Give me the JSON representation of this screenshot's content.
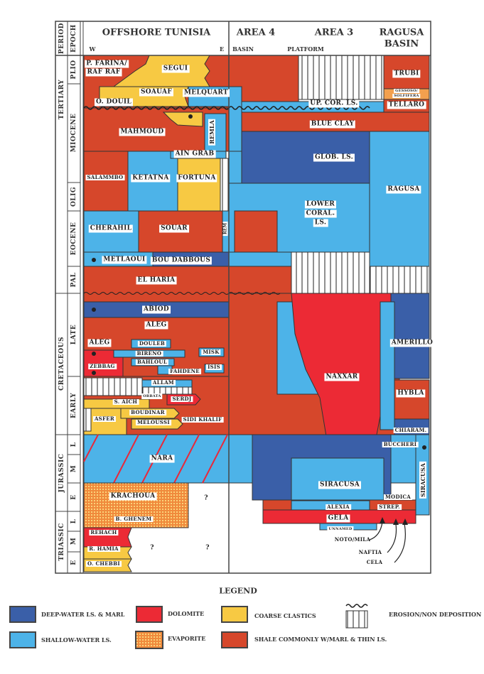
{
  "header": {
    "period": "PERIOD",
    "epoch": "EPOCH",
    "offshore_tunisia": "OFFSHORE TUNISIA",
    "west": "W",
    "east": "E",
    "area4": "AREA 4",
    "area3": "AREA 3",
    "ragusa": "RAGUSA",
    "ragusa_basin": "BASIN",
    "basin": "BASIN",
    "platform": "PLATFORM"
  },
  "periods": [
    "TERTIARY",
    "CRETACEOUS",
    "JURASSIC",
    "TRIASSIC"
  ],
  "epochs": [
    "PLIO",
    "MIOCENE",
    "OLIG",
    "EOCENE",
    "PAL",
    "LATE",
    "EARLY",
    "L",
    "M",
    "E",
    "L",
    "M",
    "E"
  ],
  "tunisia_units": {
    "farina": "P. FARINA/",
    "rafraf": "RAF RAF",
    "segui": "SEGUI",
    "soauaf": "SOAUAF",
    "melquart": "MELQUART",
    "odouil": "O. DOUIL",
    "mahmoud": "MAHMOUD",
    "remla": "REMLA",
    "aingrab": "AIN GRAB",
    "salammbo": "SALAMMBO",
    "ketatna": "KETATNA",
    "fortuna": "FORTUNA",
    "cherahil": "CHERAHIL",
    "souar": "SOUAR",
    "rem": "REM",
    "metlaoui": "METLAOUI",
    "boudabbous": "BOU DABBOUS",
    "elharia": "EL HARIA",
    "abiod": "ABIOD",
    "aleg1": "ALEG",
    "aleg2": "ALEG",
    "doules": "DOULEB",
    "bireno": "BIRENO",
    "misk": "MISK",
    "bahloul": "BAHLOUL",
    "zebbag": "ZEBBAG",
    "isis": "ISIS",
    "fahdene": "FAHDENE",
    "allam": "ALLAM",
    "orbata": "ORBATA",
    "serdj": "SERDJ",
    "saich": "S. AICH",
    "boudinar": "BOUDINAR",
    "asfer": "ASFER",
    "meloussi": "MELOUSSI",
    "sidikhalif": "SIDI KHALIF",
    "nara": "NARA",
    "krachoua": "KRACHOUA",
    "bghenem": "B. GHENEM",
    "rehach": "REHACH",
    "rhamia": "R. HAMIA",
    "ochebbi": "O. CHEBBI",
    "q1": "?",
    "q2": "?",
    "q3": "?"
  },
  "sicily_units": {
    "trubi": "TRUBI",
    "gessoso1": "GESSOSO/",
    "gessoso2": "SOLFIFERA",
    "upcor": "UP. COR. LS.",
    "tellaro": "TELLARO",
    "blueclay": "BLUE CLAY",
    "globls": "GLOB. LS.",
    "ragusa": "RAGUSA",
    "lowercoral1": "LOWER",
    "lowercoral2": "CORAL.",
    "lowercoral3": "LS.",
    "naxxar": "NAXXAR",
    "amerillo": "AMERILLO",
    "hybla": "HYBLA",
    "chiaram": "CHIARAM.",
    "buccheri": "BUCCHERI",
    "siracusa": "SIRACUSA",
    "siracusa_v": "SIRACUSA",
    "modica": "MODICA",
    "alexia": "ALEXIA",
    "strep": "STREP.",
    "gela": "GELA",
    "unnamed": "UNNAMED",
    "notomila": "NOTO/MILA",
    "naftia": "NAFTIA",
    "cela": "CELA"
  },
  "legend": {
    "title": "LEGEND",
    "items": [
      {
        "label": "DEEP-WATER LS. & MARL",
        "color": "#3a5fa8"
      },
      {
        "label": "DOLOMITE",
        "color": "#ec2a35"
      },
      {
        "label": "COARSE CLASTICS",
        "color": "#f7c943"
      },
      {
        "label": "EROSION/NON DEPOSITION",
        "color": "#ffffff"
      },
      {
        "label": "SHALLOW-WATER LS.",
        "color": "#4db3e8"
      },
      {
        "label": "EVAPORITE",
        "color": "#f3a04e"
      },
      {
        "label": "SHALE COMMONLY W/MARL & THIN LS.",
        "color": "#d6472b"
      }
    ]
  }
}
